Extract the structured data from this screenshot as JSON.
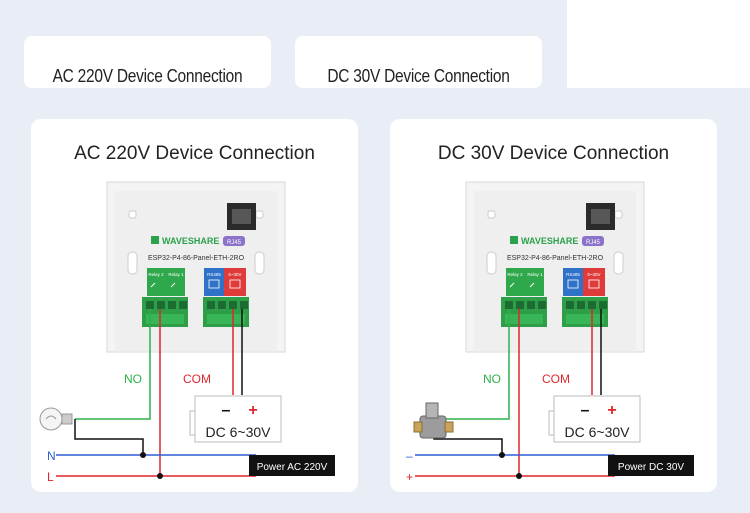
{
  "tabs": [
    {
      "label": "AC 220V Device Connection"
    },
    {
      "label": "DC 30V Device Connection"
    }
  ],
  "panels": {
    "ac": {
      "title": "AC 220V Device Connection",
      "brand": "WAVESHARE",
      "model": "ESP32-P4-86-Panel-ETH-2RO",
      "port_label": "RJ45",
      "relay1": "Relay 1",
      "relay2": "Relay 2",
      "rs485": "RS485",
      "dc_in": "6~30V",
      "no_label": "NO",
      "com_label": "COM",
      "dc_box": "DC 6~30V",
      "line1": "N",
      "line2": "L",
      "power_label": "Power AC 220V",
      "device_icon": "light-bulb-icon",
      "colors": {
        "no_wire": "#2bb24a",
        "com_wire": "#e0262b",
        "line1": "#2f5fd6",
        "line2": "#e0262b"
      }
    },
    "dc": {
      "title": "DC 30V Device Connection",
      "brand": "WAVESHARE",
      "model": "ESP32-P4-86-Panel-ETH-2RO",
      "port_label": "RJ45",
      "relay1": "Relay 1",
      "relay2": "Relay 2",
      "rs485": "RS485",
      "dc_in": "6~30V",
      "no_label": "NO",
      "com_label": "COM",
      "dc_box": "DC 6~30V",
      "line1": "–",
      "line2": "+",
      "power_label": "Power DC 30V",
      "device_icon": "solenoid-valve-icon",
      "colors": {
        "no_wire": "#2bb24a",
        "com_wire": "#e0262b",
        "line1": "#2f5fd6",
        "line2": "#e0262b"
      }
    }
  }
}
